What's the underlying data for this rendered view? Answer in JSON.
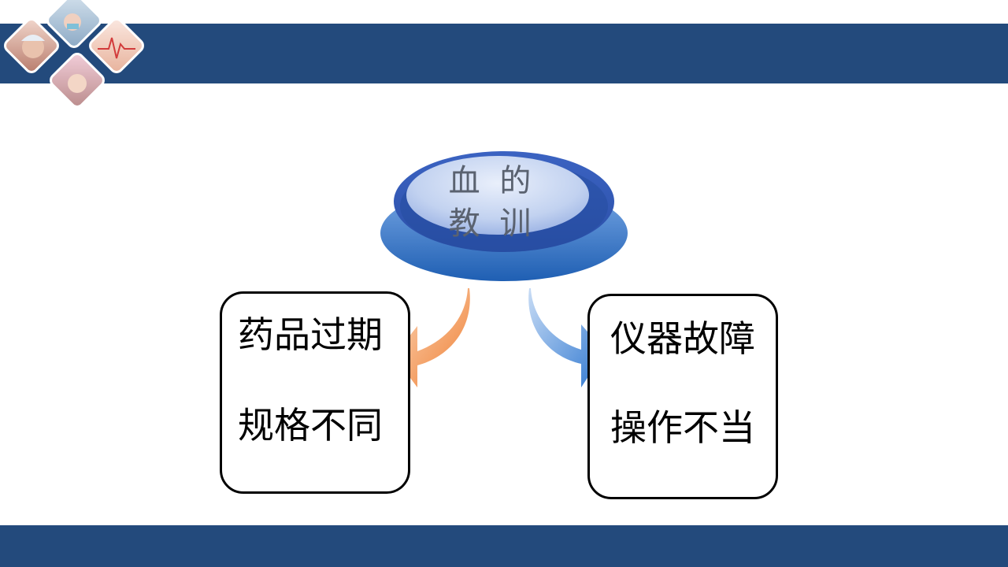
{
  "center": {
    "line1": "血 的",
    "line2": "教 训"
  },
  "left_box": {
    "line1": "药品过期",
    "line2": "规格不同"
  },
  "right_box": {
    "line1": "仪器故障",
    "line2": "操作不当"
  },
  "colors": {
    "band": "#234a7c",
    "disc_outer": "#2e6cc0",
    "disc_inner": "#c9d8f2",
    "left_arrow": "#ef7f32",
    "right_arrow": "#2e77d0"
  }
}
